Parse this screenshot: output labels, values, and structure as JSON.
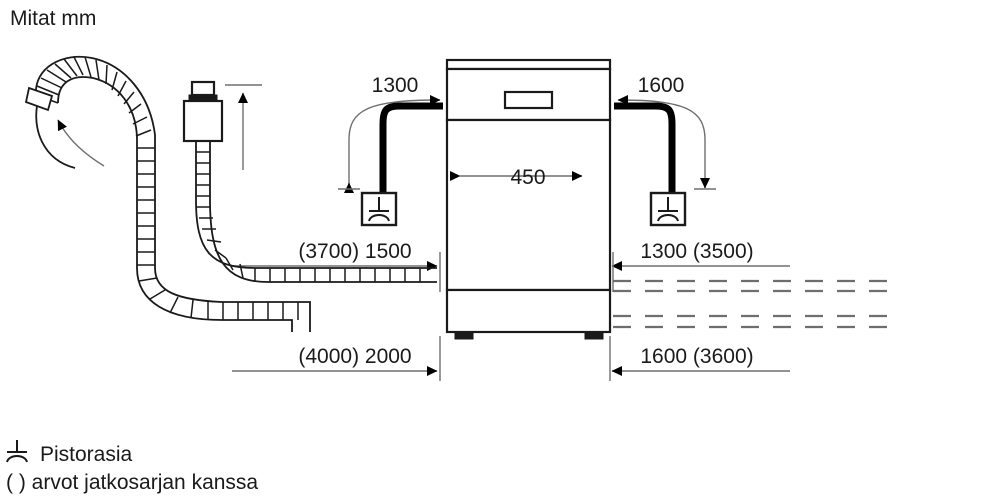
{
  "title": "Mitat mm",
  "unit_note": "Mitat mm",
  "dimensions": {
    "top_left": "1300",
    "top_right": "1600",
    "width": "450",
    "mid_left": "(3700) 1500",
    "mid_right": "1300 (3500)",
    "bottom_left": "(4000) 2000",
    "bottom_right": "1600 (3600)"
  },
  "legend": {
    "socket_label": "Pistorasia",
    "bracket_note": "( ) arvot jatkosarjan kanssa",
    "socket_icon_name": "power-socket-icon"
  },
  "appliance": {
    "name": "dishwasher",
    "display_panel": "control-display"
  },
  "colors": {
    "outline": "#1a1a1a",
    "thin": "#6e6e6e",
    "cable": "#000000",
    "background": "#ffffff"
  }
}
